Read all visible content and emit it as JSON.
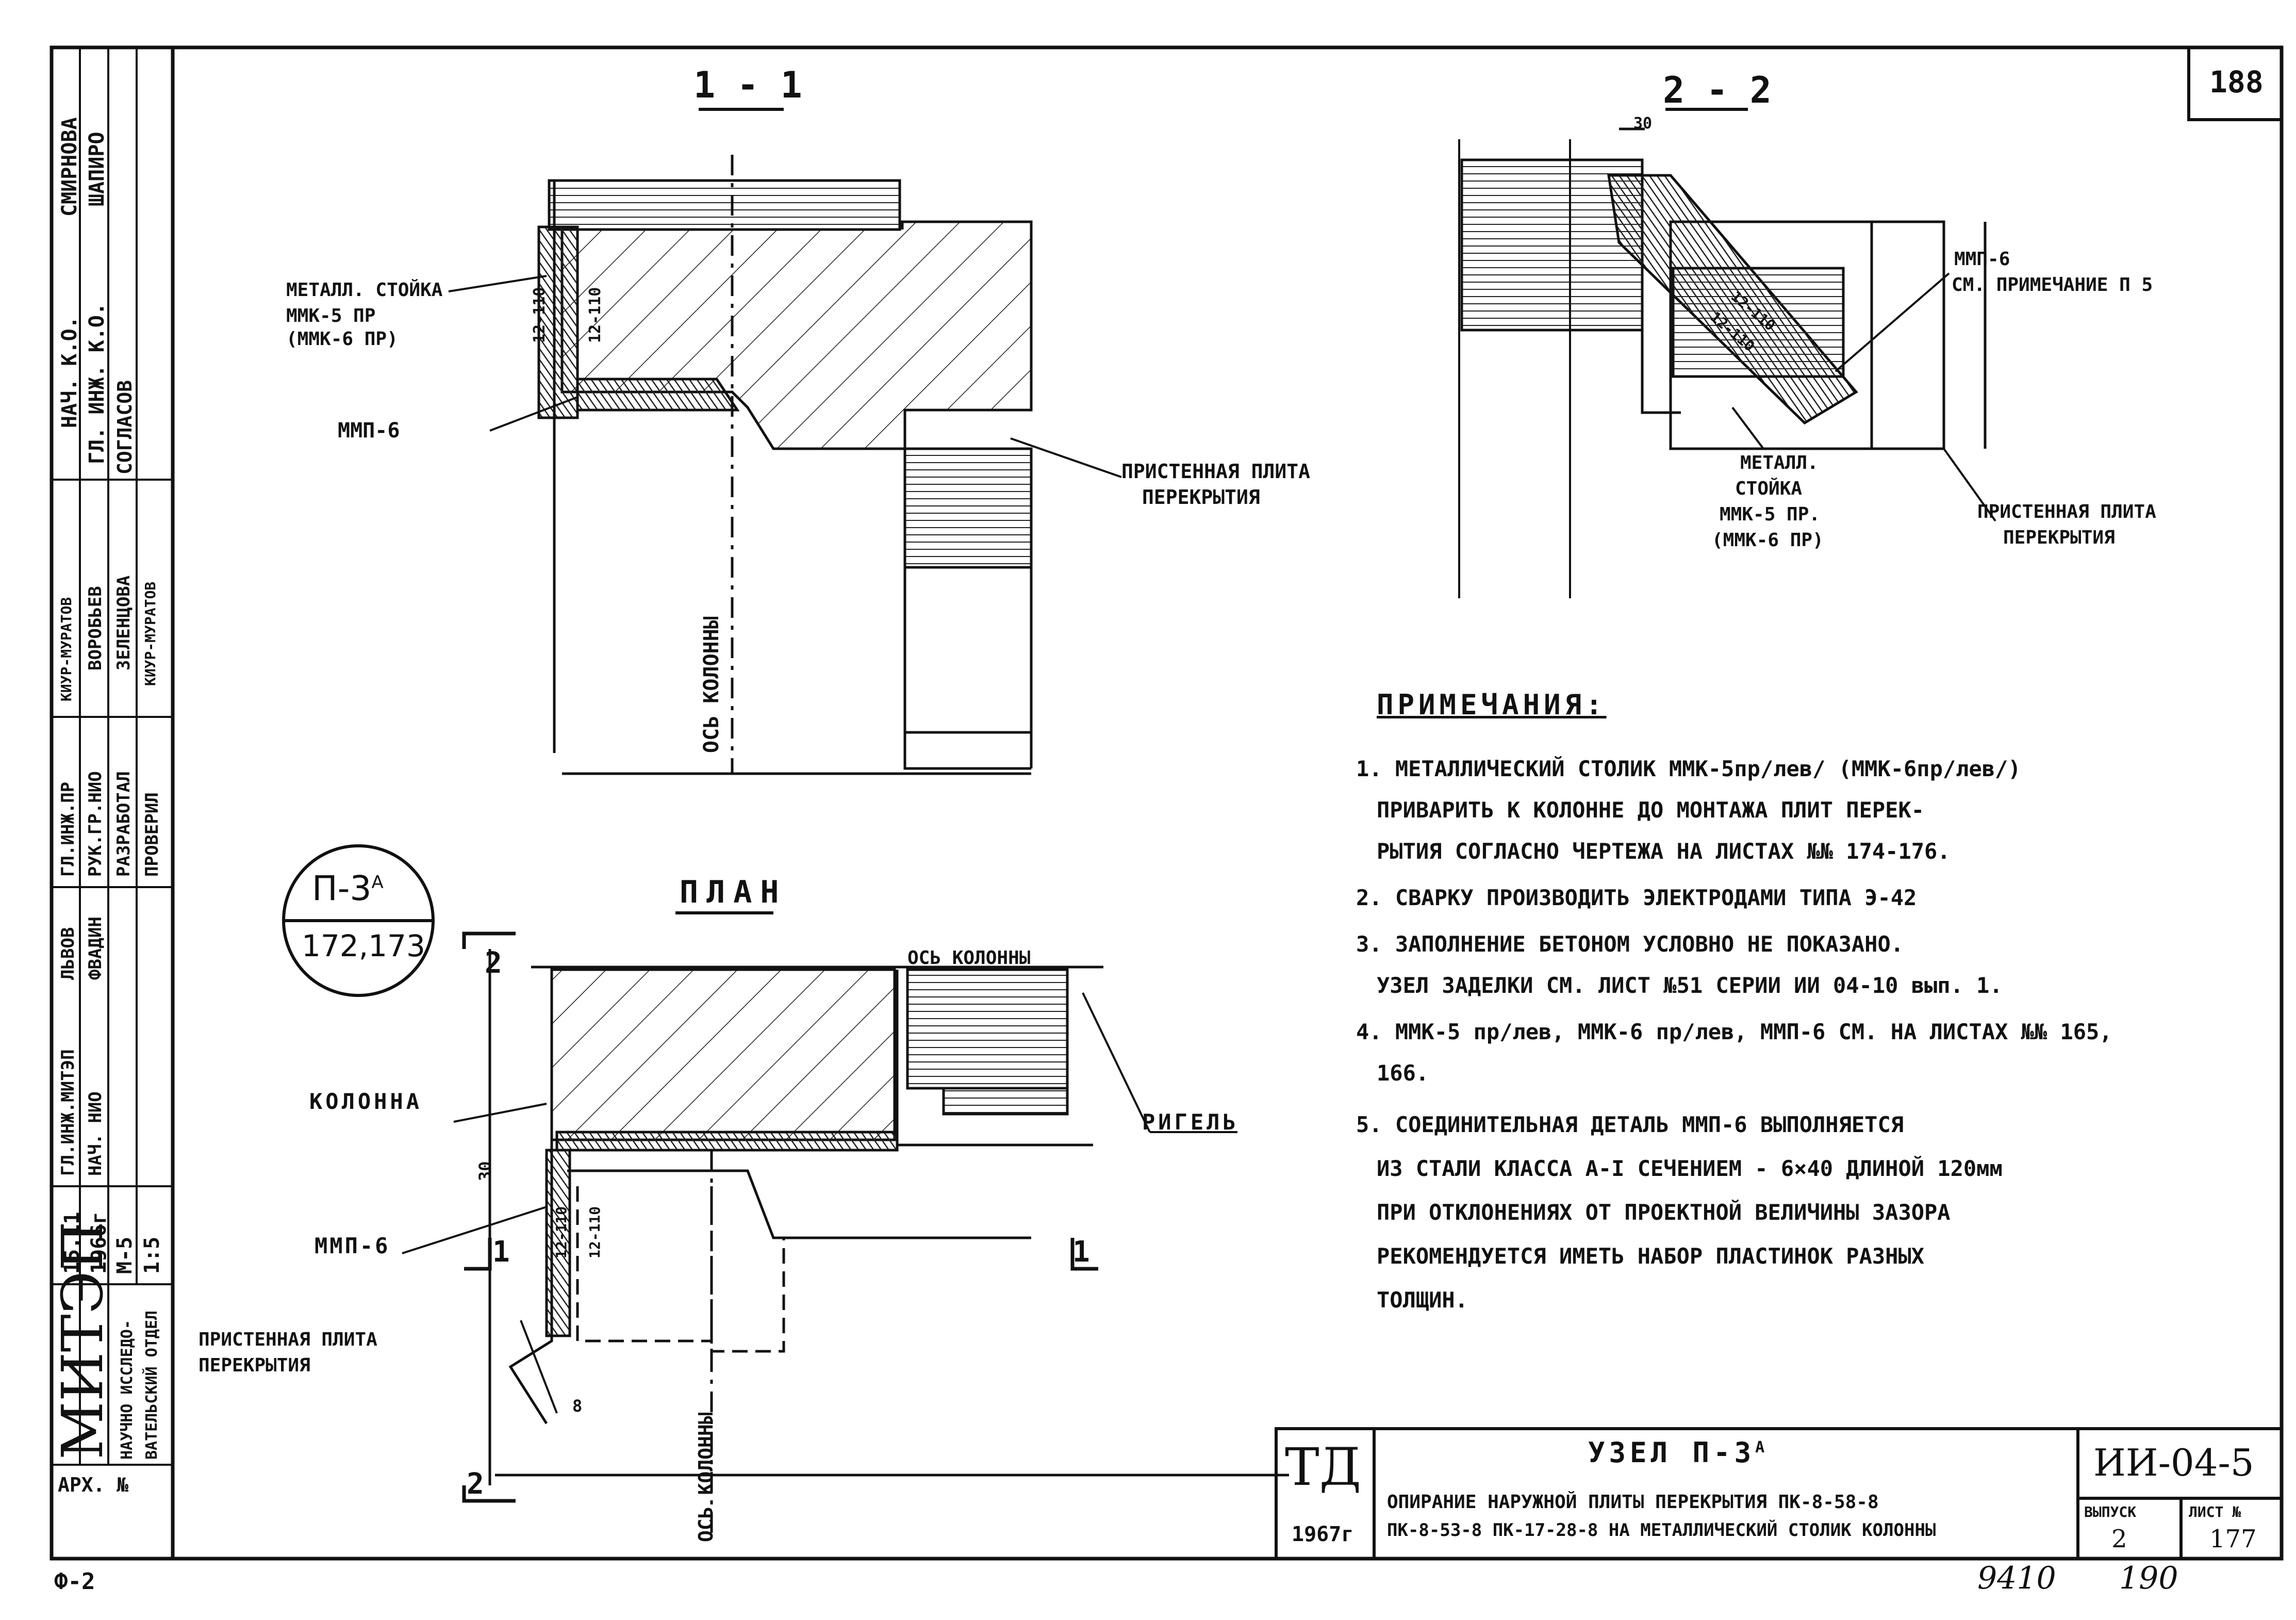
{
  "sheet": {
    "page_number": "188",
    "bottom_left_code": "Ф-2",
    "bottom_hand_left": "9410",
    "bottom_hand_right": "190"
  },
  "sidebar": {
    "org": "МИТЭП",
    "org_sub1": "НАУЧНО ИССЛЕДО-",
    "org_sub2": "ВАТЕЛЬСКИЙ ОТДЕЛ",
    "date1": "15.11",
    "date2": "1966г",
    "scale1": "М-5",
    "scale2": "1:5",
    "arch_no": "АРХ. №",
    "roles": [
      {
        "role": "НАЧ. К.О.",
        "name": "СМИРНОВА"
      },
      {
        "role": "ГЛ. ИНЖ. К.О.",
        "name": "ШАПИРО"
      },
      {
        "role": "ГЛ.ИНЖ.МИТЭП",
        "name": "ЛЬВОВ"
      },
      {
        "role": "НАЧ. НИО",
        "name": "ФВАДИН"
      },
      {
        "role": "ГЛ.ИНЖ.ПР",
        "name": "КИУР-МУРАТОВ"
      },
      {
        "role": "РУК.ГР.НИО",
        "name": "ВОРОБЬЕВ"
      },
      {
        "role": "РАЗРАБОТАЛ",
        "name": "ЗЕЛЕНЦОВА"
      },
      {
        "role": "ПРОВЕРИЛ",
        "name": "КИУР-МУРАТОВ"
      }
    ],
    "agreed": "СОГЛАСОВ"
  },
  "section_1_1": {
    "title": "1 - 1",
    "label_stoyka_1": "МЕТАЛЛ. СТОЙКА",
    "label_stoyka_2": "ММК-5 ПР",
    "label_stoyka_3": "(ММК-6 ПР)",
    "label_mmp": "ММП-6",
    "label_plate_1": "ПРИСТЕННАЯ ПЛИТА",
    "label_plate_2": "ПЕРЕКРЫТИЯ",
    "dim_a": "12-110",
    "dim_b": "12-110",
    "axis": "ОСЬ КОЛОННЫ"
  },
  "section_2_2": {
    "title": "2 - 2",
    "dim_30": "30",
    "label_mmp_1": "ММП-6",
    "label_mmp_2": "СМ. ПРИМЕЧАНИЕ П 5",
    "label_stoyka_1": "МЕТАЛЛ.",
    "label_stoyka_2": "СТОЙКА",
    "label_stoyka_3": "ММК-5 ПР.",
    "label_stoyka_4": "(ММК-6 ПР)",
    "label_plate_1": "ПРИСТЕННАЯ ПЛИТА",
    "label_plate_2": "ПЕРЕКРЫТИЯ",
    "dim_a": "12-110",
    "dim_b": "12-110"
  },
  "node_marker": {
    "top": "П-3",
    "sup": "А",
    "bottom": "172,173"
  },
  "plan": {
    "title": "ПЛАН",
    "label_column": "КОЛОННА",
    "label_axis_top": "ОСЬ КОЛОННЫ",
    "label_rigel": "РИГЕЛЬ",
    "label_mmp": "ММП-6",
    "label_plate_1": "ПРИСТЕННАЯ ПЛИТА",
    "label_plate_2": "ПЕРЕКРЫТИЯ",
    "axis_bottom": "ОСЬ КОЛОННЫ",
    "dim_30": "30",
    "dim_a": "12-110",
    "dim_b": "12-110",
    "dim_8": "8",
    "cut_2_top": "2",
    "cut_2_bottom": "2",
    "cut_1_left": "1",
    "cut_1_right": "1"
  },
  "notes": {
    "heading": "ПРИМЕЧАНИЯ:",
    "lines": [
      "1. МЕТАЛЛИЧЕСКИЙ СТОЛИК ММК-5пр/лев/ (ММК-6пр/лев/)",
      "ПРИВАРИТЬ К КОЛОННЕ ДО МОНТАЖА ПЛИТ ПЕРЕК-",
      "РЫТИЯ СОГЛАСНО ЧЕРТЕЖА НА ЛИСТАХ №№ 174-176.",
      "2. СВАРКУ ПРОИЗВОДИТЬ ЭЛЕКТРОДАМИ ТИПА Э-42",
      "3. ЗАПОЛНЕНИЕ БЕТОНОМ УСЛОВНО НЕ ПОКАЗАНО.",
      "УЗЕЛ ЗАДЕЛКИ СМ. ЛИСТ №51 СЕРИИ ИИ 04-10 вып. 1.",
      "4. ММК-5 пр/лев, ММК-6 пр/лев, ММП-6 СМ. НА ЛИСТАХ №№ 165,",
      "166.",
      "5. СОЕДИНИТЕЛЬНАЯ ДЕТАЛЬ ММП-6 ВЫПОЛНЯЕТСЯ",
      "ИЗ СТАЛИ КЛАССА А-I СЕЧЕНИЕМ - 6×40 ДЛИНОЙ 120мм",
      "ПРИ ОТКЛОНЕНИЯХ ОТ ПРОЕКТНОЙ ВЕЛИЧИНЫ ЗАЗОРА",
      "РЕКОМЕНДУЕТСЯ ИМЕТЬ НАБОР ПЛАСТИНОК РАЗНЫХ",
      "ТОЛЩИН."
    ]
  },
  "title_block": {
    "td": "ТД",
    "year": "1967г",
    "node_title": "УЗЕЛ П-3",
    "node_sup": "А",
    "desc_1": "ОПИРАНИЕ НАРУЖНОЙ ПЛИТЫ ПЕРЕКРЫТИЯ ПК-8-58-8",
    "desc_2": "ПК-8-53-8 ПК-17-28-8 НА МЕТАЛЛИЧЕСКИЙ СТОЛИК КОЛОННЫ",
    "series": "ИИ-04-5",
    "issue_label": "ВЫПУСК",
    "issue_value": "2",
    "sheet_label": "ЛИСТ №",
    "sheet_value": "177"
  }
}
